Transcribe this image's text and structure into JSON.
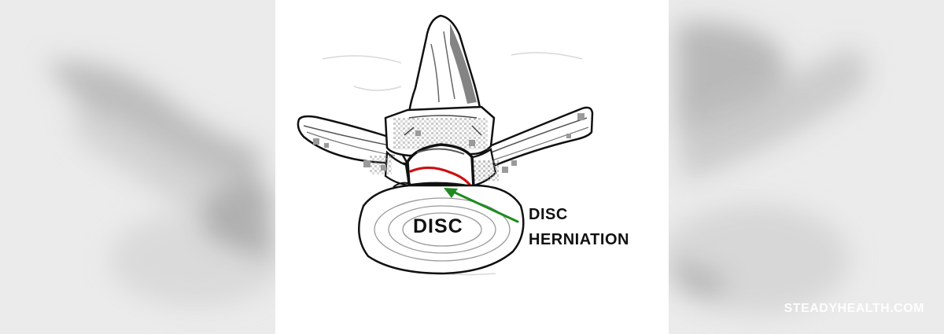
{
  "diagram": {
    "labels": {
      "disc": "DISC",
      "herniation_line1": "DISC",
      "herniation_line2": "HERNIATION"
    },
    "colors": {
      "herniation": "#cc1111",
      "arrow": "#1f8a1f",
      "outline": "#111111",
      "shading": "#8a8a8a"
    }
  },
  "watermark": {
    "text": "STEADYHEALTH.COM"
  }
}
